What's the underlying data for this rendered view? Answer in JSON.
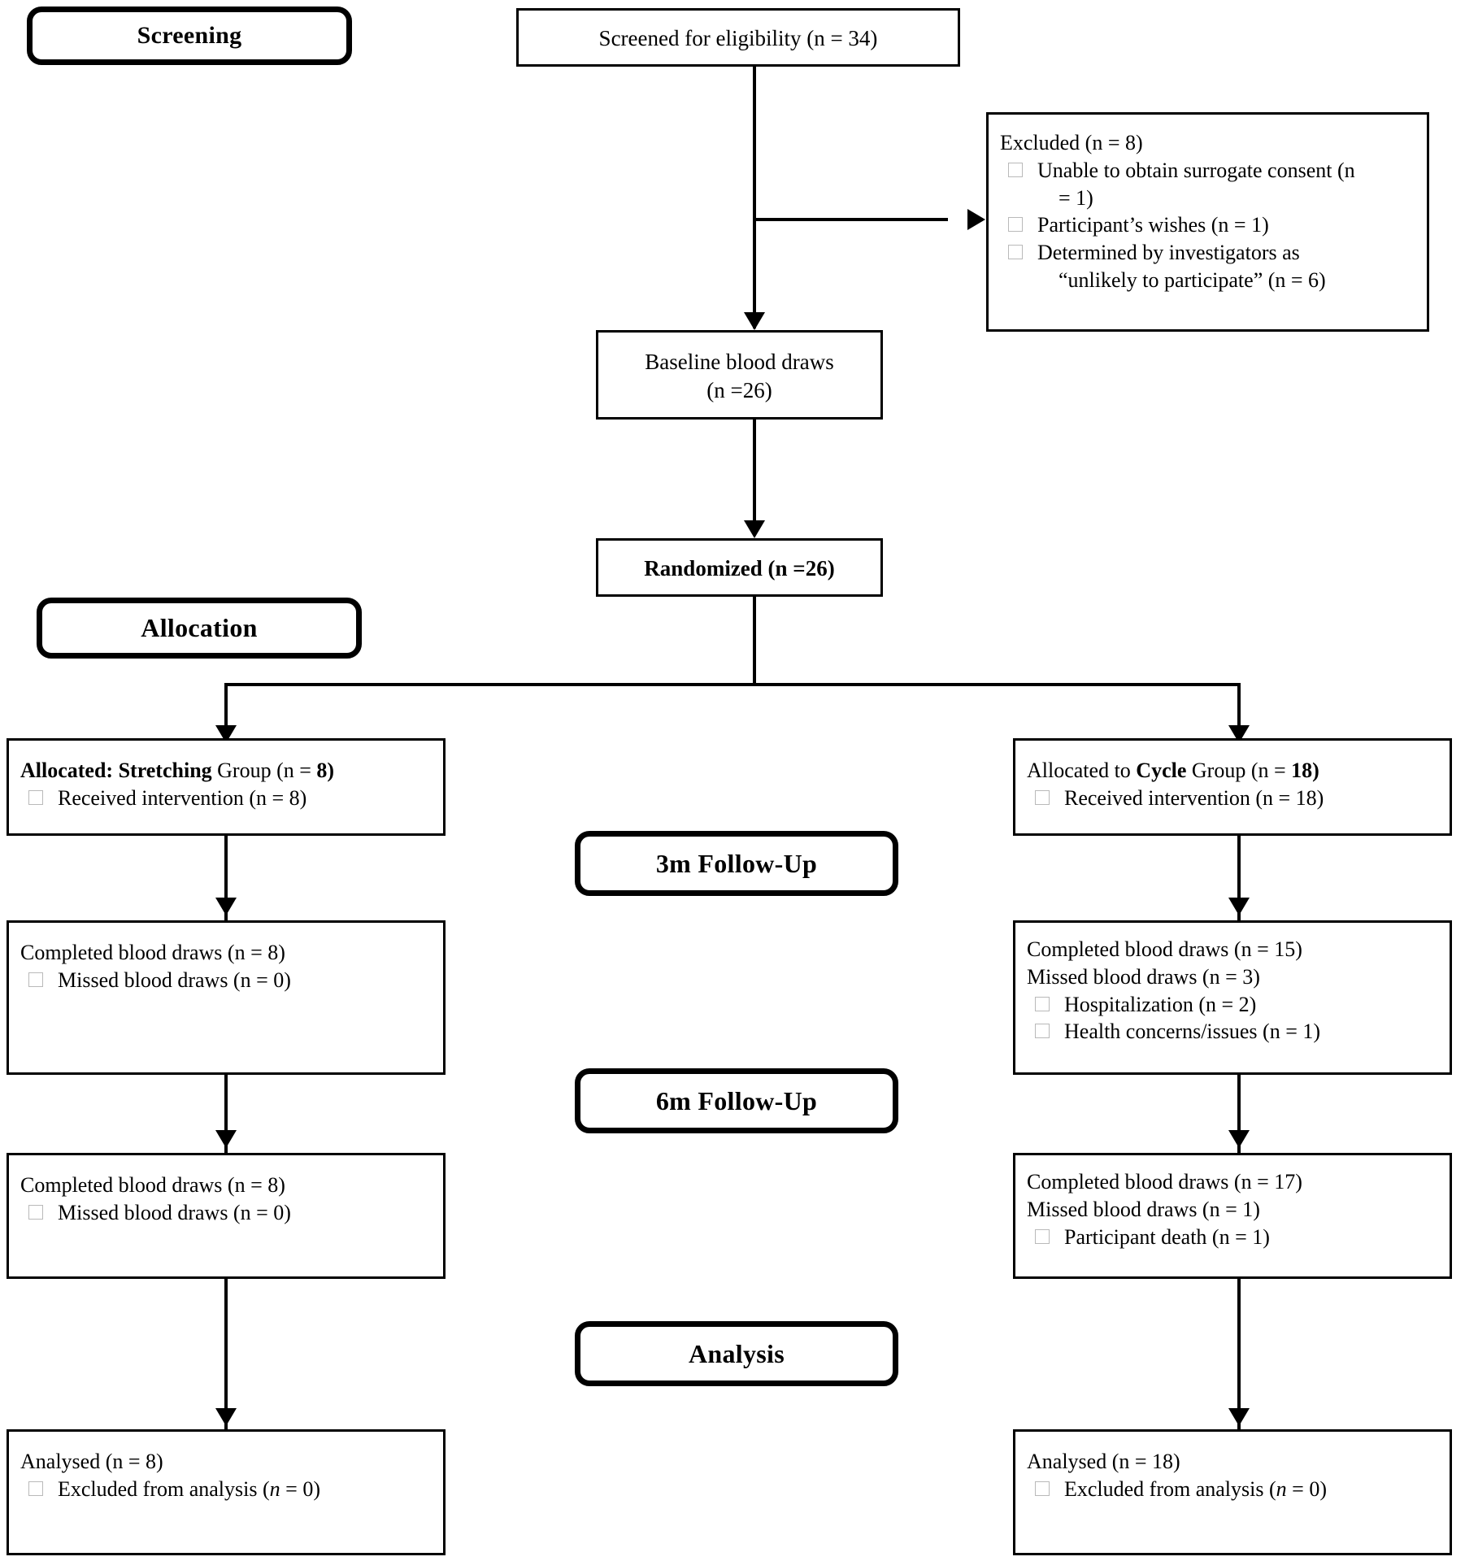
{
  "diagram": {
    "title": "CONSORT participant flow diagram",
    "type": "flowchart",
    "stages": [
      {
        "id": "screening",
        "label": "Screening"
      },
      {
        "id": "allocation",
        "label": "Allocation"
      },
      {
        "id": "followup3m",
        "label": "3m Follow-Up"
      },
      {
        "id": "followup6m",
        "label": "6m Follow-Up"
      },
      {
        "id": "analysis",
        "label": "Analysis"
      }
    ]
  },
  "screened": {
    "text": "Screened for eligibility (n = 34)"
  },
  "excluded": {
    "heading": "Excluded (n = 8)",
    "items": [
      {
        "text": "Unable to obtain surrogate consent (n",
        "cont": "= 1)"
      },
      {
        "text": "Participant’s wishes (n = 1)",
        "cont": ""
      },
      {
        "text": "Determined by investigators as",
        "cont": "“unlikely to participate” (n = 6)"
      }
    ]
  },
  "baseline": {
    "line1": "Baseline blood draws",
    "line2": "(n =26)"
  },
  "randomized": {
    "text": "Randomized (n =26)"
  },
  "stretching": {
    "heading_pre": "Allocated: Stretching",
    "heading_post": " Group (n = ",
    "heading_n": "8",
    "heading_close": ")",
    "bullets": [
      "Received intervention (n = 8)"
    ]
  },
  "cycle": {
    "heading_pre": "Allocated to ",
    "heading_bold": "Cycle",
    "heading_post": " Group (n = ",
    "heading_n": "18",
    "heading_close": ")",
    "bullets": [
      "Received intervention (n = 18)"
    ]
  },
  "stretch_3m": {
    "lines": [
      "Completed blood draws (n = 8)"
    ],
    "bullets": [
      "Missed blood draws (n = 0)"
    ]
  },
  "cycle_3m": {
    "lines": [
      "Completed blood draws (n = 15)",
      "Missed blood draws (n = 3)"
    ],
    "bullets": [
      "Hospitalization (n = 2)",
      "Health concerns/issues (n = 1)"
    ]
  },
  "stretch_6m": {
    "lines": [
      "Completed blood draws (n = 8)"
    ],
    "bullets": [
      "Missed blood draws (n = 0)"
    ]
  },
  "cycle_6m": {
    "lines": [
      "Completed blood draws (n = 17)",
      "Missed blood draws (n = 1)"
    ],
    "bullets": [
      "Participant death (n = 1)"
    ]
  },
  "stretch_analysis": {
    "heading": "Analysed (n = 8)",
    "bullet_pre": "Excluded from analysis (",
    "bullet_italic": "n",
    "bullet_post": " = 0)"
  },
  "cycle_analysis": {
    "heading": "Analysed (n = 18)",
    "bullet_pre": "Excluded from analysis (",
    "bullet_italic": "n",
    "bullet_post": " = 0)"
  },
  "colors": {
    "stroke": "#000000",
    "background": "#ffffff",
    "bullet_square": "#b9b9b9"
  }
}
